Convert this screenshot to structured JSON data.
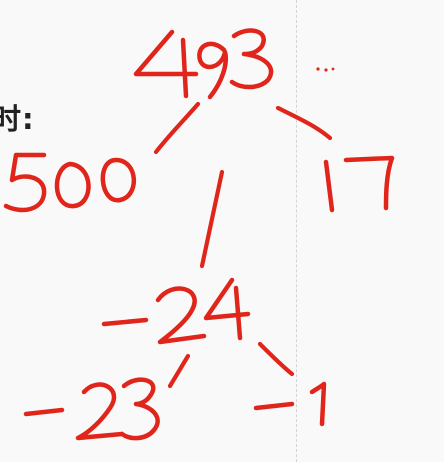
{
  "side_label": "时:",
  "ink_color": "#e0251b",
  "tree": {
    "root": "493",
    "root_children": [
      "500",
      "17"
    ],
    "middle": "-24",
    "middle_children": [
      "-23",
      "-1"
    ]
  }
}
